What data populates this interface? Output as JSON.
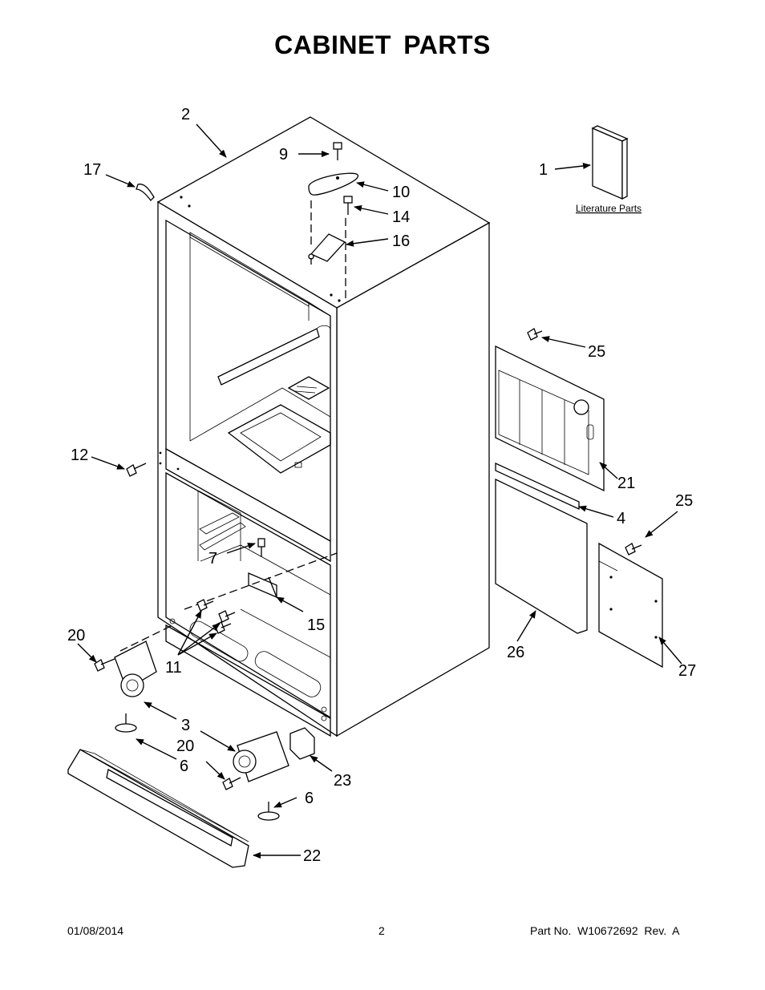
{
  "title": "CABINET PARTS",
  "literature_label": "Literature Parts",
  "callouts": {
    "c1": "1",
    "c2": "2",
    "c3": "3",
    "c4": "4",
    "c6a": "6",
    "c6b": "6",
    "c7": "7",
    "c9": "9",
    "c10": "10",
    "c11": "11",
    "c12": "12",
    "c14": "14",
    "c15": "15",
    "c16": "16",
    "c17": "17",
    "c20a": "20",
    "c20b": "20",
    "c21": "21",
    "c22": "22",
    "c23": "23",
    "c25a": "25",
    "c25b": "25",
    "c26": "26",
    "c27": "27"
  },
  "footer": {
    "date": "01/08/2014",
    "page": "2",
    "part_no": "Part No.  W10672692  Rev.  A"
  }
}
